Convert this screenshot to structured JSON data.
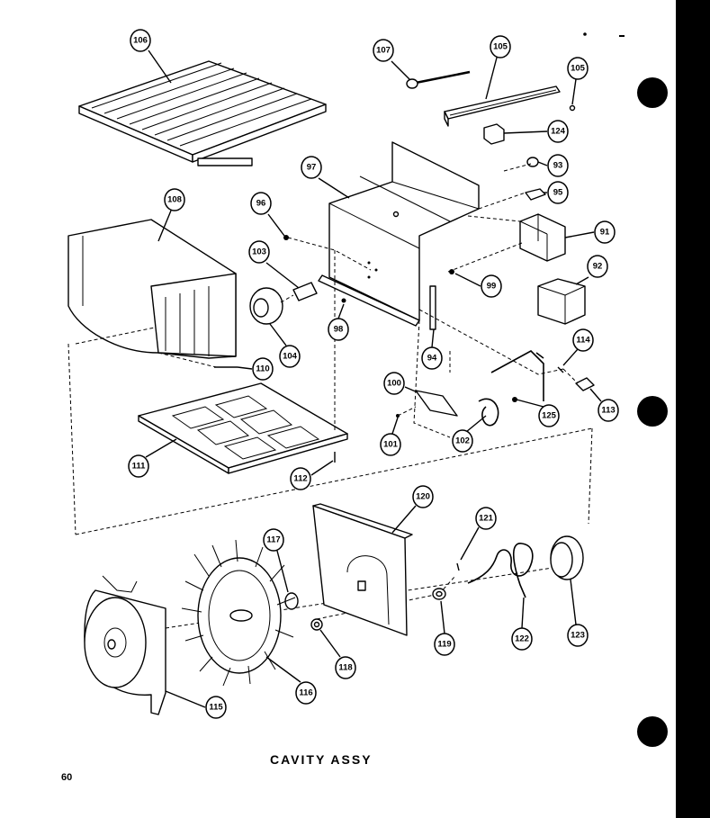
{
  "title": "CAVITY ASSY",
  "page_number": "60",
  "callouts": [
    {
      "label": "106"
    },
    {
      "label": "107"
    },
    {
      "label": "105"
    },
    {
      "label": "105"
    },
    {
      "label": "124"
    },
    {
      "label": "93"
    },
    {
      "label": "97"
    },
    {
      "label": "95"
    },
    {
      "label": "108"
    },
    {
      "label": "96"
    },
    {
      "label": "91"
    },
    {
      "label": "103"
    },
    {
      "label": "92"
    },
    {
      "label": "99"
    },
    {
      "label": "98"
    },
    {
      "label": "104"
    },
    {
      "label": "94"
    },
    {
      "label": "114"
    },
    {
      "label": "110"
    },
    {
      "label": "100"
    },
    {
      "label": "113"
    },
    {
      "label": "125"
    },
    {
      "label": "101"
    },
    {
      "label": "102"
    },
    {
      "label": "111"
    },
    {
      "label": "112"
    },
    {
      "label": "120"
    },
    {
      "label": "121"
    },
    {
      "label": "117"
    },
    {
      "label": "118"
    },
    {
      "label": "119"
    },
    {
      "label": "122"
    },
    {
      "label": "123"
    },
    {
      "label": "116"
    },
    {
      "label": "115"
    }
  ]
}
